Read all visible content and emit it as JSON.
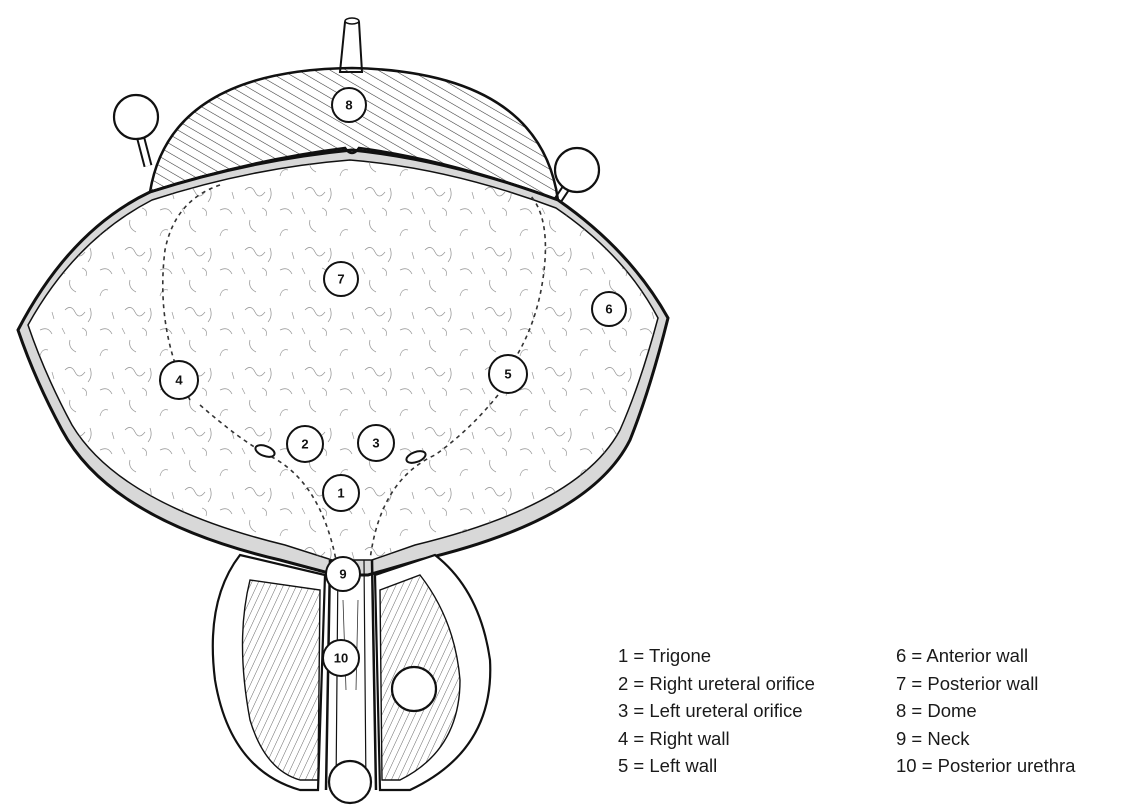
{
  "diagram": {
    "markers": [
      {
        "id": "8",
        "label": "8"
      },
      {
        "id": "7",
        "label": "7"
      },
      {
        "id": "6",
        "label": "6"
      },
      {
        "id": "4",
        "label": "4"
      },
      {
        "id": "5",
        "label": "5"
      },
      {
        "id": "2",
        "label": "2"
      },
      {
        "id": "3",
        "label": "3"
      },
      {
        "id": "1",
        "label": "1"
      },
      {
        "id": "9",
        "label": "9"
      },
      {
        "id": "10",
        "label": "10"
      }
    ]
  },
  "legend": {
    "items": [
      "1 = Trigone",
      "6 = Anterior wall",
      "2 = Right ureteral orifice",
      "7 = Posterior wall",
      "3 = Left ureteral orifice",
      "8 = Dome",
      "4 = Right wall",
      "9 = Neck",
      "5 = Left wall",
      "10 = Posterior urethra"
    ]
  }
}
